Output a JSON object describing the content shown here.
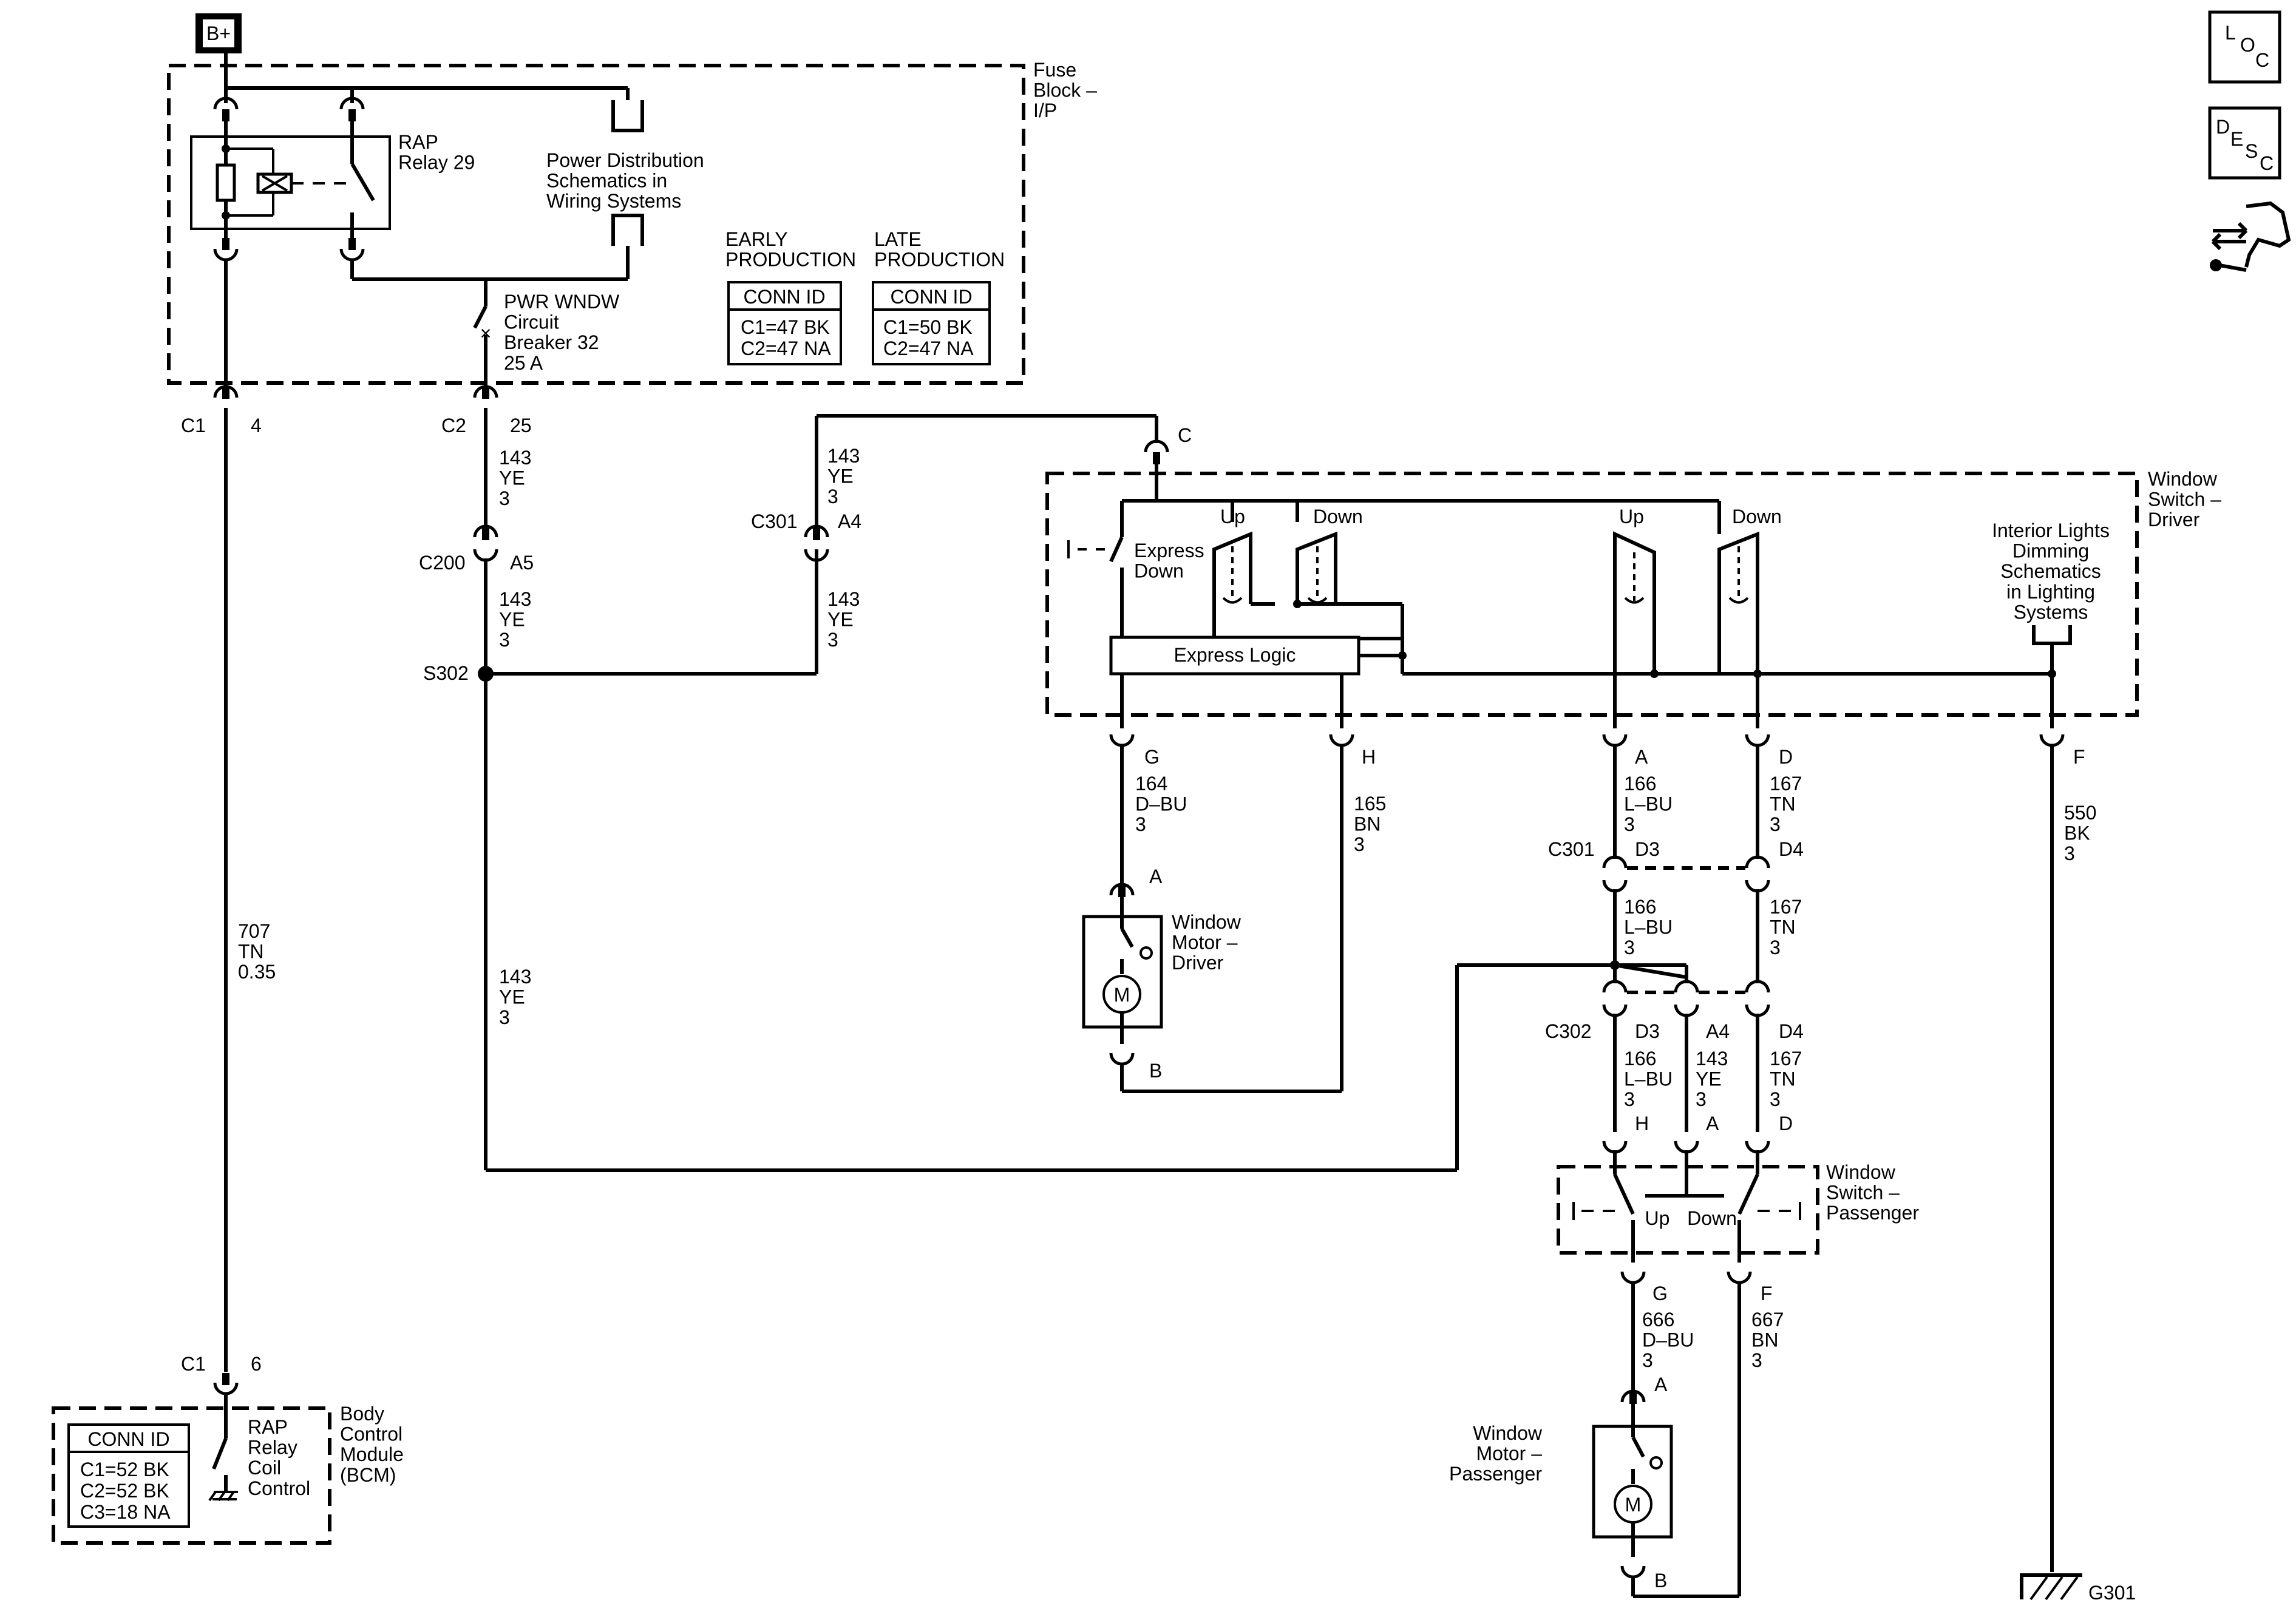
{
  "battery": {
    "label": "B+"
  },
  "fuse_block": {
    "name": "Fuse\nBlock –\nI/P"
  },
  "rap_relay": {
    "name": "RAP\nRelay 29"
  },
  "power_distribution": {
    "text": "Power Distribution\nSchematics in\nWiring Systems"
  },
  "circuit_breaker": {
    "text": "PWR WNDW\nCircuit\nBreaker 32\n25 A"
  },
  "conn_id_early": {
    "heading": "EARLY\nPRODUCTION",
    "title": "CONN ID",
    "rows": [
      "C1=47 BK",
      "C2=47 NA"
    ]
  },
  "conn_id_late": {
    "heading": "LATE\nPRODUCTION",
    "title": "CONN ID",
    "rows": [
      "C1=50 BK",
      "C2=47 NA"
    ]
  },
  "bcm": {
    "name": "Body\nControl\nModule\n(BCM)",
    "switch_label": "RAP\nRelay\nCoil\nControl",
    "conn_title": "CONN ID",
    "conn_rows": [
      "C1=52 BK",
      "C2=52 BK",
      "C3=18 NA"
    ]
  },
  "window_switch_driver": {
    "name": "Window\nSwitch –\nDriver",
    "express_down": "Express\nDown",
    "express_logic": "Express Logic",
    "up1": "Up",
    "down1": "Down",
    "up2": "Up",
    "down2": "Down",
    "interior": "Interior Lights\nDimming\nSchematics\nin Lighting\nSystems"
  },
  "window_switch_passenger": {
    "name": "Window\nSwitch –\nPassenger",
    "up": "Up",
    "down": "Down"
  },
  "motor_driver": {
    "name": "Window\nMotor –\nDriver",
    "symbol": "M"
  },
  "motor_passenger": {
    "name": "Window\nMotor –\nPassenger",
    "symbol": "M"
  },
  "ground": {
    "label": "G301"
  },
  "splice": {
    "label": "S302"
  },
  "connectors": {
    "c1_4": {
      "name": "C1",
      "pin": "4"
    },
    "c2_25": {
      "name": "C2",
      "pin": "25"
    },
    "c200": {
      "name": "C200",
      "pin": "A5"
    },
    "c301_a4": {
      "name": "C301",
      "pin": "A4"
    },
    "sw_c": {
      "pin": "C"
    },
    "sw_g": {
      "pin": "G"
    },
    "sw_h": {
      "pin": "H"
    },
    "sw_a": {
      "pin": "A"
    },
    "sw_d": {
      "pin": "D"
    },
    "sw_f": {
      "pin": "F"
    },
    "mot_d_a": {
      "pin": "A"
    },
    "mot_d_b": {
      "pin": "B"
    },
    "c301_row": {
      "name": "C301",
      "pin1": "D3",
      "pin2": "D4"
    },
    "c302_row": {
      "name": "C302",
      "pin1": "D3",
      "pin2": "A4",
      "pin3": "D4"
    },
    "psw_h": {
      "pin": "H"
    },
    "psw_a": {
      "pin": "A"
    },
    "psw_d": {
      "pin": "D"
    },
    "psw_g": {
      "pin": "G"
    },
    "psw_f": {
      "pin": "F"
    },
    "mot_p_a": {
      "pin": "A"
    },
    "mot_p_b": {
      "pin": "B"
    },
    "c1_6": {
      "name": "C1",
      "pin": "6"
    }
  },
  "wires": {
    "w707": "707\nTN\n0.35",
    "w143_a": "143\nYE\n3",
    "w143_b": "143\nYE\n3",
    "w143_c": "143\nYE\n3",
    "w143_d": "143\nYE\n3",
    "w143_e": "143\nYE\n3",
    "w143_f": "143\nYE\n3",
    "w164": "164\nD–BU\n3",
    "w165": "165\nBN\n3",
    "w166_a": "166\nL–BU\n3",
    "w166_b": "166\nL–BU\n3",
    "w166_c": "166\nL–BU\n3",
    "w167_a": "167\nTN\n3",
    "w167_b": "167\nTN\n3",
    "w167_c": "167\nTN\n3",
    "w550": "550\nBK\n3",
    "w666": "666\nD–BU\n3",
    "w667": "667\nBN\n3"
  },
  "side_icons": {
    "loc": {
      "letters": [
        "L",
        "O",
        "C"
      ],
      "icon": "location-icon"
    },
    "desc": {
      "letters": [
        "D",
        "E",
        "S",
        "C"
      ],
      "icon": "description-icon"
    },
    "tools": {
      "icon": "service-tools-icon"
    }
  }
}
